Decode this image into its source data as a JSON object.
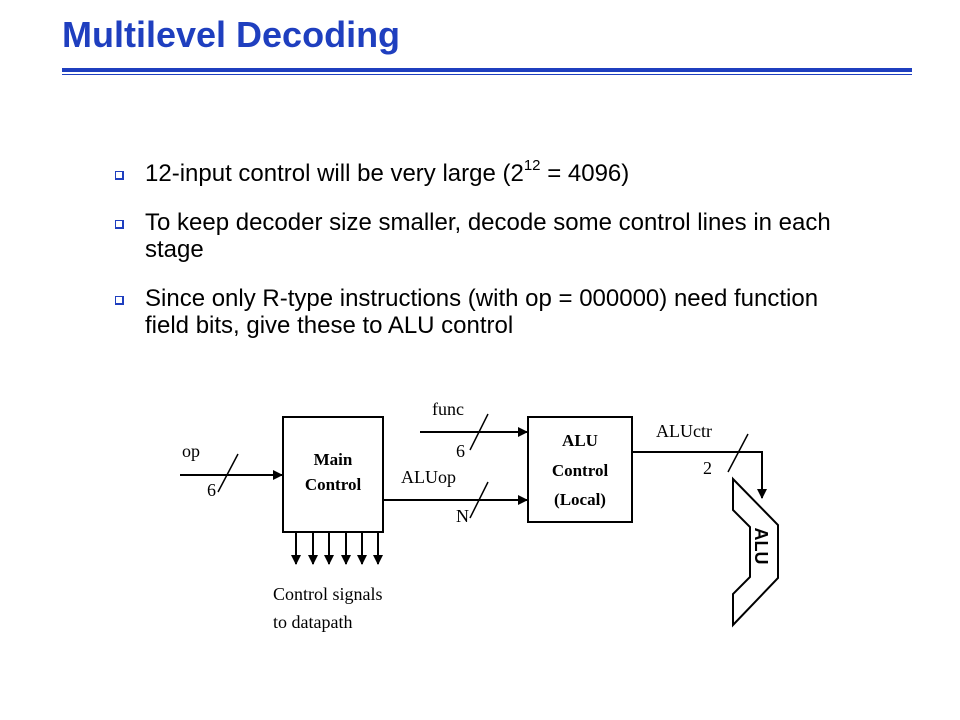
{
  "title": "Multilevel Decoding",
  "accent_color": "#1f3fbf",
  "bullets": [
    {
      "text_before": "12-input control will be very large (2",
      "superscript": "12",
      "text_after": " = 4096)"
    },
    {
      "text": "To keep decoder size smaller, decode some control lines in each stage"
    },
    {
      "text": "Since only R-type instructions (with op = 000000) need function field bits, give these to ALU control"
    }
  ],
  "diagram": {
    "op_label": "op",
    "op_width": "6",
    "main_control": {
      "line1": "Main",
      "line2": "Control"
    },
    "func_label": "func",
    "func_width": "6",
    "aluop_label": "ALUop",
    "aluop_width": "N",
    "alu_control": {
      "line1": "ALU",
      "line2": "Control",
      "line3": "(Local)"
    },
    "aluctr_label": "ALUctr",
    "aluctr_width": "2",
    "alu_label": "ALU",
    "control_signals": {
      "line1": "Control signals",
      "line2": "to datapath"
    }
  }
}
